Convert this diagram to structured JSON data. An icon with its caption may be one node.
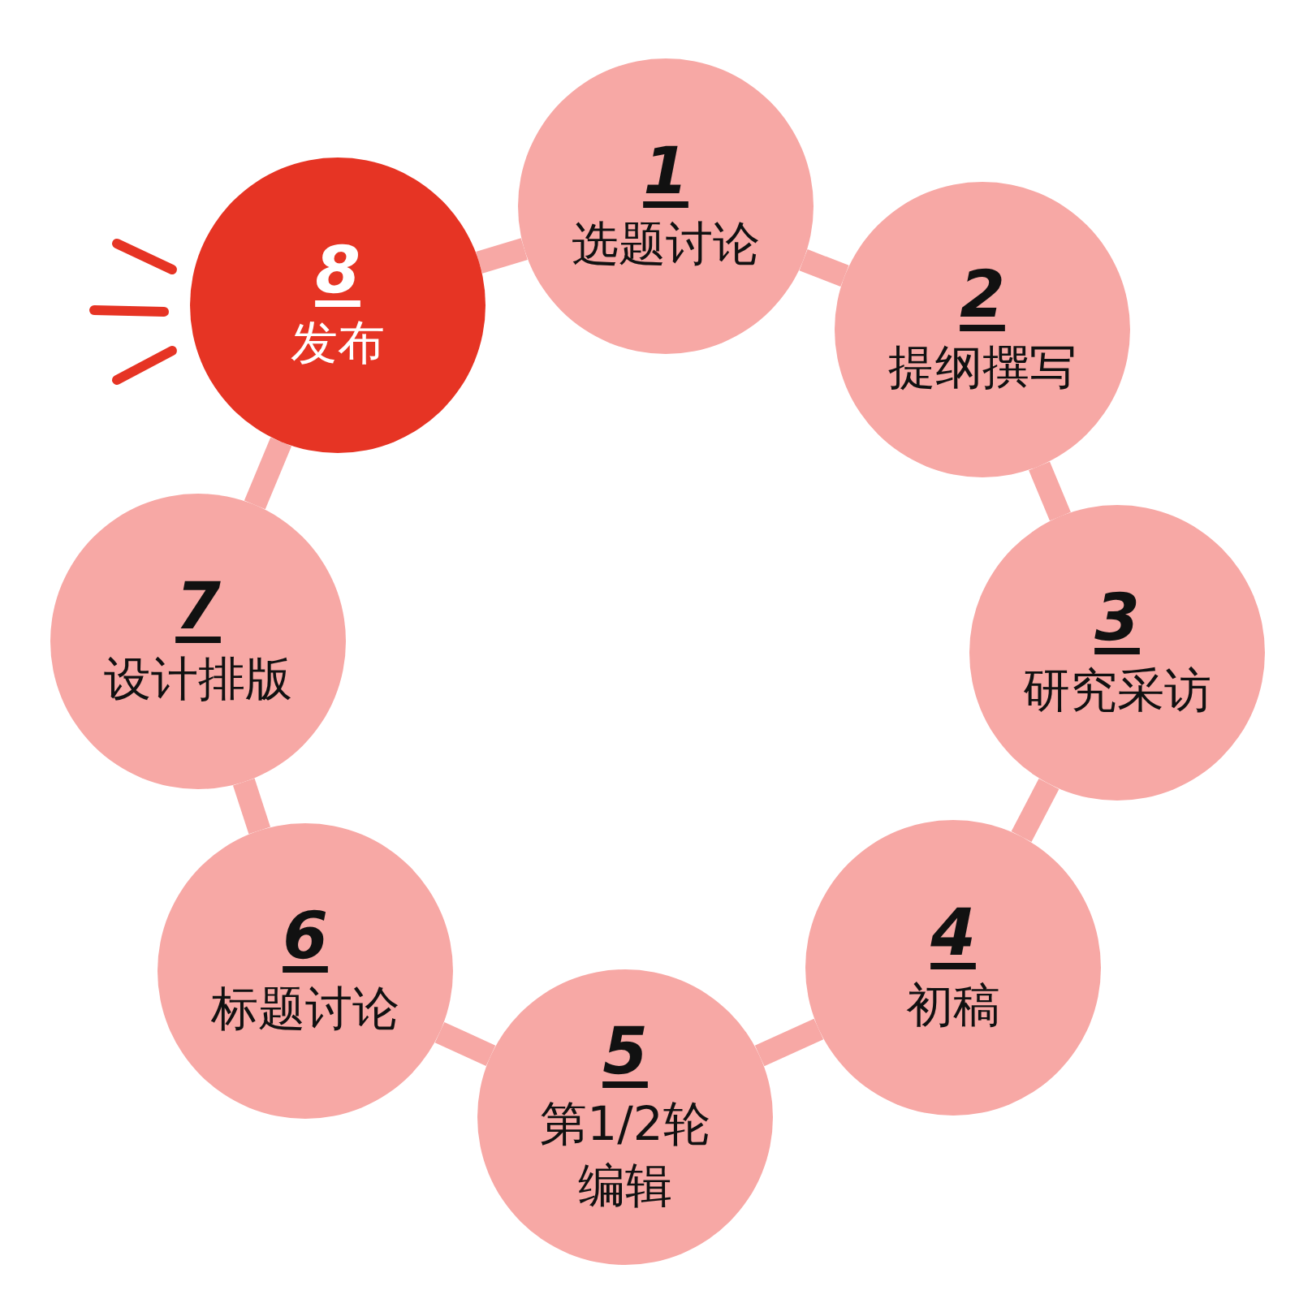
{
  "diagram": {
    "nodes": [
      {
        "text": [
          "1",
          "选题讨论"
        ]
      },
      {
        "text": [
          "2",
          "提纲撰写"
        ]
      },
      {
        "text": [
          "3",
          "研究采访"
        ]
      },
      {
        "text": [
          "4",
          "初稿"
        ]
      },
      {
        "text": [
          "5",
          "第1/2轮编辑"
        ]
      },
      {
        "text": [
          "6",
          "标题讨论"
        ]
      },
      {
        "text": [
          "7",
          "设计排版"
        ]
      },
      {
        "text": [
          "8",
          "发布"
        ]
      }
    ],
    "edges": [
      {
        "from": 0,
        "to": 1,
        "arrow": "none"
      },
      {
        "from": 1,
        "to": 2,
        "arrow": "none"
      },
      {
        "from": 2,
        "to": 3,
        "arrow": "none"
      },
      {
        "from": 3,
        "to": 4,
        "arrow": "none"
      },
      {
        "from": 4,
        "to": 5,
        "arrow": "none"
      },
      {
        "from": 5,
        "to": 6,
        "arrow": "none"
      },
      {
        "from": 6,
        "to": 7,
        "arrow": "none"
      },
      {
        "from": 7,
        "to": 0,
        "arrow": "none"
      }
    ]
  }
}
